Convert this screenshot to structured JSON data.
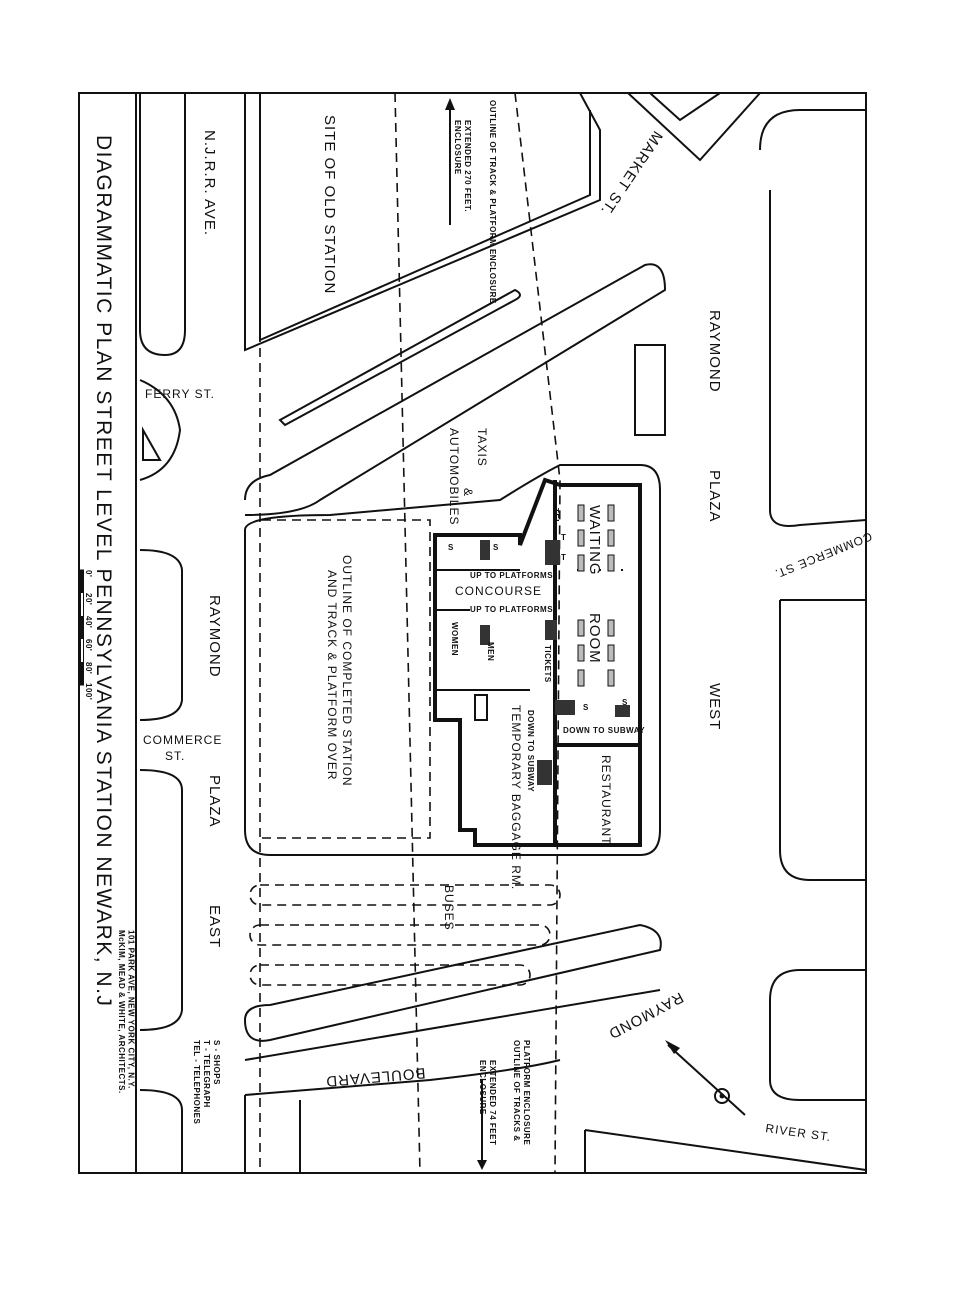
{
  "title": {
    "main": "DIAGRAMMATIC PLAN   STREET LEVEL PENNSYLVANIA STATION  NEWARK, N.J",
    "architects": "McKIM, MEAD & WHITE, ARCHITECTS.",
    "address": "101 PARK AVE, NEW YORK CITY, N.Y."
  },
  "scale": {
    "ticks": [
      "0'",
      "20'",
      "40'",
      "60'",
      "80'",
      "100'"
    ]
  },
  "legend": [
    "TEL - TELEPHONES",
    "T - TELEGRAPH",
    "S - SHOPS"
  ],
  "streets": {
    "njrr_ave": "N.J.R.R. AVE.",
    "site_old_station": "SITE OF OLD STATION",
    "market_st": "MARKET ST.",
    "raymond_top": "RAYMOND",
    "plaza_top": "PLAZA",
    "west": "WEST",
    "commerce_st_right": "COMMERCE ST.",
    "ferry_st": "FERRY ST.",
    "raymond_left": "RAYMOND",
    "commerce_left": "COMMERCE",
    "st_left": "ST.",
    "plaza_left": "PLAZA",
    "east": "EAST",
    "raymond_bottom": "RAYMOND",
    "boulevard": "BOULEVARD",
    "river_st": "RIVER ST."
  },
  "notes": {
    "outline_top": "OUTLINE OF TRACK & PLATFORM ENCLOSURE",
    "enclosure_top_1": "ENCLOSURE",
    "enclosure_top_2": "EXTENDED 270 FEET.",
    "outline_bottom_1": "OUTLINE OF TRACKS &",
    "outline_bottom_2": "PLATFORM ENCLOSURE",
    "enclosure_bottom_1": "ENCLOSURE",
    "enclosure_bottom_2": "EXTENDED 74 FEET",
    "completed_1": "OUTLINE OF COMPLETED STATION",
    "completed_2": "AND TRACK & PLATFORM OVER",
    "taxis": "TAXIS",
    "amp": "&",
    "automobiles": "AUTOMOBILES",
    "buses": "BUSES"
  },
  "rooms": {
    "waiting": "WAITING",
    "room": "ROOM",
    "concourse": "CONCOURSE",
    "up_platforms_1": "UP TO PLATFORMS",
    "up_platforms_2": "UP TO PLATFORMS",
    "women": "WOMEN",
    "men": "MEN",
    "tickets": "TICKETS",
    "tel": "TEL",
    "t": "T",
    "s": "S",
    "temporary_baggage": "TEMPORARY BAGGAGE RM.",
    "down_subway_1": "DOWN TO SUBWAY",
    "down_subway_2": "DOWN TO SUBWAY",
    "restaurant": "RESTAURANT"
  }
}
